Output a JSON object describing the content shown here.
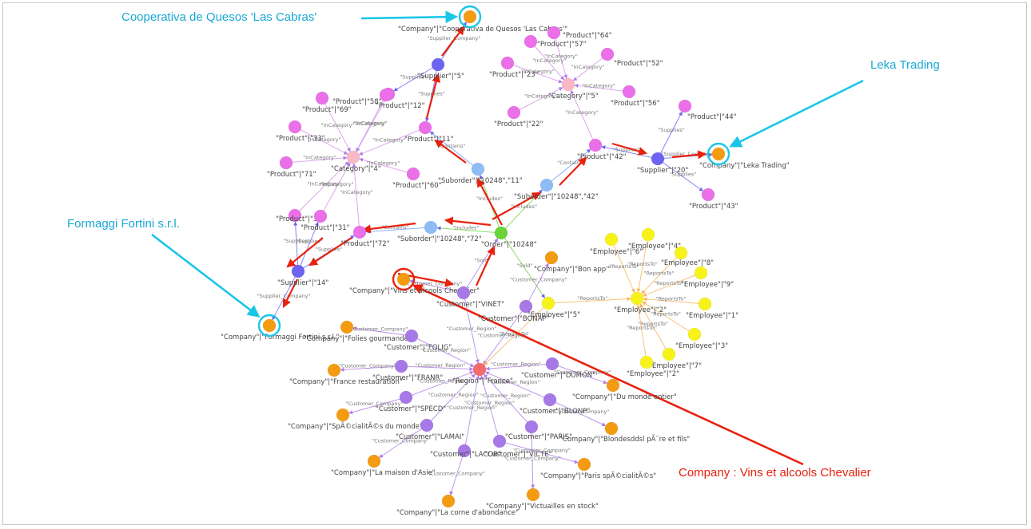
{
  "colors": {
    "company": "#f39c12",
    "product": "#ea6fe8",
    "category": "#f9b8c6",
    "supplier": "#6c63f2",
    "suborder": "#8fbcf5",
    "order": "#6ad33a",
    "customer": "#a679e6",
    "region": "#f26b6b",
    "employee": "#f8f21b",
    "highlight_path": "#e8220f",
    "callout_cyan": "#19c6e6",
    "callout_red": "#e8220f"
  },
  "callouts": [
    {
      "id": "c1",
      "text": "Cooperativa de Quesos 'Las Cabras'"
    },
    {
      "id": "c2",
      "text": "Leka Trading"
    },
    {
      "id": "c3",
      "text": "Formaggi Fortini s.r.l."
    },
    {
      "id": "c4",
      "text": "Company : Vins et alcools Chevalier"
    }
  ],
  "nodes": [
    {
      "id": "coq",
      "label": "\"Company\"|\"Cooperativa de Quesos 'Las Cabras'\"",
      "type": "company"
    },
    {
      "id": "sup5",
      "label": "\"Supplier\"|\"5\"",
      "type": "supplier"
    },
    {
      "id": "p58",
      "label": "\"Product\"|\"58\"",
      "type": "product"
    },
    {
      "id": "p12",
      "label": "\"Product\"|\"12\"",
      "type": "product"
    },
    {
      "id": "p69",
      "label": "\"Product\"|\"69\"",
      "type": "product"
    },
    {
      "id": "p33",
      "label": "\"Product\"|\"33\"",
      "type": "product"
    },
    {
      "id": "p71",
      "label": "\"Product\"|\"71\"",
      "type": "product"
    },
    {
      "id": "cat4",
      "label": "\"Category\"|\"4\"",
      "type": "category"
    },
    {
      "id": "p60",
      "label": "\"Product\"|\"60\"",
      "type": "product"
    },
    {
      "id": "p11",
      "label": "\"Product\"|\"11\"",
      "type": "product"
    },
    {
      "id": "p32",
      "label": "\"Product\"|\"32\"",
      "type": "product"
    },
    {
      "id": "p31",
      "label": "\"Product\"|\"31\"",
      "type": "product"
    },
    {
      "id": "p72",
      "label": "\"Product\"|\"72\"",
      "type": "product"
    },
    {
      "id": "sup14",
      "label": "\"Supplier\"|\"14\"",
      "type": "supplier"
    },
    {
      "id": "cff",
      "label": "\"Company\"|\"Formaggi Fortini s.r.l.\"",
      "type": "company"
    },
    {
      "id": "p64",
      "label": "\"Product\"|\"64\"",
      "type": "product"
    },
    {
      "id": "p57",
      "label": "\"Product\"|\"57\"",
      "type": "product"
    },
    {
      "id": "p23",
      "label": "\"Product\"|\"23\"",
      "type": "product"
    },
    {
      "id": "p52",
      "label": "\"Product\"|\"52\"",
      "type": "product"
    },
    {
      "id": "cat5",
      "label": "\"Category\"|\"5\"",
      "type": "category"
    },
    {
      "id": "p56",
      "label": "\"Product\"|\"56\"",
      "type": "product"
    },
    {
      "id": "p22",
      "label": "\"Product\"|\"22\"",
      "type": "product"
    },
    {
      "id": "p42",
      "label": "\"Product\"|\"42\"",
      "type": "product"
    },
    {
      "id": "sup20",
      "label": "\"Supplier\"|\"20\"",
      "type": "supplier"
    },
    {
      "id": "p44",
      "label": "\"Product\"|\"44\"",
      "type": "product"
    },
    {
      "id": "clt",
      "label": "\"Company\"|\"Leka Trading\"",
      "type": "company"
    },
    {
      "id": "p43",
      "label": "\"Product\"|\"43\"",
      "type": "product"
    },
    {
      "id": "so11",
      "label": "\"Suborder\"|\"10248\",\"11\"",
      "type": "suborder"
    },
    {
      "id": "so42",
      "label": "\"Suborder\"|\"10248\",\"42\"",
      "type": "suborder"
    },
    {
      "id": "so72",
      "label": "\"Suborder\"|\"10248\",\"72\"",
      "type": "suborder"
    },
    {
      "id": "ord",
      "label": "\"Order\"|\"10248\"",
      "type": "order"
    },
    {
      "id": "cvins",
      "label": "\"Company\"|\"Vins et alcools Chevalier\"",
      "type": "company"
    },
    {
      "id": "cuvinet",
      "label": "\"Customer\"|\"VINET\"",
      "type": "customer"
    },
    {
      "id": "cbon",
      "label": "\"Company\"|\"Bon app'\"",
      "type": "company"
    },
    {
      "id": "cubona",
      "label": "\"Customer\"|\"BONAP\"",
      "type": "customer"
    },
    {
      "id": "e5",
      "label": "\"Employee\"|\"5\"",
      "type": "employee"
    },
    {
      "id": "e6",
      "label": "\"Employee\"|\"6\"",
      "type": "employee"
    },
    {
      "id": "e4",
      "label": "\"Employee\"|\"4\"",
      "type": "employee"
    },
    {
      "id": "e8",
      "label": "\"Employee\"|\"8\"",
      "type": "employee"
    },
    {
      "id": "e9",
      "label": "\"Employee\"|\"9\"",
      "type": "employee"
    },
    {
      "id": "e2b",
      "label": "\"Employee\"|\"2\"",
      "type": "employee"
    },
    {
      "id": "e1",
      "label": "\"Employee\"|\"1\"",
      "type": "employee"
    },
    {
      "id": "e3",
      "label": "\"Employee\"|\"3\"",
      "type": "employee"
    },
    {
      "id": "e7",
      "label": "\"Employee\"|\"7\"",
      "type": "employee"
    },
    {
      "id": "e2",
      "label": "\"Employee\"|\"2\"",
      "type": "employee"
    },
    {
      "id": "cfol",
      "label": "\"Company\"|\"Folies gourmandes\"",
      "type": "company"
    },
    {
      "id": "cufolig",
      "label": "\"Customer\"|\"FOLIG\"",
      "type": "customer"
    },
    {
      "id": "cfr",
      "label": "\"Company\"|\"France restauration\"",
      "type": "company"
    },
    {
      "id": "cufranr",
      "label": "\"Customer\"|\"FRANR\"",
      "type": "customer"
    },
    {
      "id": "reg",
      "label": "\"Region\"|\"France\"",
      "type": "region"
    },
    {
      "id": "cujumon",
      "label": "\"Customer\"|\"DUMON\"",
      "type": "customer"
    },
    {
      "id": "cdum",
      "label": "\"Company\"|\"Du monde entier\"",
      "type": "company"
    },
    {
      "id": "cuspecd",
      "label": "\"Customer\"|\"SPECD\"",
      "type": "customer"
    },
    {
      "id": "cspec",
      "label": "\"Company\"|\"SpÃ©cialitÃ©s du monde\"",
      "type": "company"
    },
    {
      "id": "cublonp",
      "label": "\"Customer\"|\"BLONP\"",
      "type": "customer"
    },
    {
      "id": "cblon",
      "label": "\"Company\"|\"Blondesddsl pÃ¨re et fils\"",
      "type": "company"
    },
    {
      "id": "culamai",
      "label": "\"Customer\"|\"LAMAI\"",
      "type": "customer"
    },
    {
      "id": "cupaRIS",
      "label": "\"Customer\"|\"PARIS\"",
      "type": "customer"
    },
    {
      "id": "culacor",
      "label": "\"Customer\"|\"LACOR\"",
      "type": "customer"
    },
    {
      "id": "cuvicte",
      "label": "\"Customer\"|\"VICTE\"",
      "type": "customer"
    },
    {
      "id": "cmaison",
      "label": "\"Company\"|\"La maison d'Asie\"",
      "type": "company"
    },
    {
      "id": "cparis",
      "label": "\"Company\"|\"Paris spÃ©cialitÃ©s\"",
      "type": "company"
    },
    {
      "id": "ccorne",
      "label": "\"Company\"|\"La corne d'abondance\"",
      "type": "company"
    },
    {
      "id": "cvict",
      "label": "\"Company\"|\"Victuailles en stock\"",
      "type": "company"
    }
  ],
  "edges": [
    {
      "from": "sup5",
      "to": "coq",
      "label": "\"Supplier_Company\""
    },
    {
      "from": "sup5",
      "to": "p58",
      "label": "\"Supplies\""
    },
    {
      "from": "sup5",
      "to": "p11",
      "label": "\"Supplies\""
    },
    {
      "from": "p58",
      "to": "cat4",
      "label": "\"InCategory\""
    },
    {
      "from": "p12",
      "to": "cat4",
      "label": "\"InCategory\""
    },
    {
      "from": "p69",
      "to": "cat4",
      "label": "\"InCategory\""
    },
    {
      "from": "p33",
      "to": "cat4",
      "label": "\"InCategory\""
    },
    {
      "from": "p71",
      "to": "cat4",
      "label": "\"InCategory\""
    },
    {
      "from": "p60",
      "to": "cat4",
      "label": "\"InCategory\""
    },
    {
      "from": "p11",
      "to": "cat4",
      "label": "\"InCategory\""
    },
    {
      "from": "p32",
      "to": "cat4",
      "label": "\"InCategory\""
    },
    {
      "from": "p31",
      "to": "cat4",
      "label": "\"InCategory\""
    },
    {
      "from": "p72",
      "to": "cat4",
      "label": "\"InCategory\""
    },
    {
      "from": "sup14",
      "to": "p32",
      "label": "\"Supplies\""
    },
    {
      "from": "sup14",
      "to": "p31",
      "label": "\"Supplies\""
    },
    {
      "from": "sup14",
      "to": "p72",
      "label": "\"Supplies\""
    },
    {
      "from": "sup14",
      "to": "cff",
      "label": "\"Supplier_Company\""
    },
    {
      "from": "p64",
      "to": "cat5",
      "label": "\"InCategory\""
    },
    {
      "from": "p57",
      "to": "cat5",
      "label": "\"InCategory\""
    },
    {
      "from": "p23",
      "to": "cat5",
      "label": "\"InCategory\""
    },
    {
      "from": "p52",
      "to": "cat5",
      "label": "\"InCategory\""
    },
    {
      "from": "p56",
      "to": "cat5",
      "label": "\"InCategory\""
    },
    {
      "from": "p22",
      "to": "cat5",
      "label": "\"InCategory\""
    },
    {
      "from": "p42",
      "to": "cat5",
      "label": "\"InCategory\""
    },
    {
      "from": "sup20",
      "to": "p42",
      "label": "\"Supplies\""
    },
    {
      "from": "sup20",
      "to": "p44",
      "label": "\"Supplies\""
    },
    {
      "from": "sup20",
      "to": "p43",
      "label": "\"Supplies\""
    },
    {
      "from": "sup20",
      "to": "clt",
      "label": "\"Supplier_Company\""
    },
    {
      "from": "so11",
      "to": "p11",
      "label": "\"Contains\""
    },
    {
      "from": "so42",
      "to": "p42",
      "label": "\"Contains\""
    },
    {
      "from": "so72",
      "to": "p72",
      "label": "\"Contains\""
    },
    {
      "from": "ord",
      "to": "so11",
      "label": "\"Includes\""
    },
    {
      "from": "ord",
      "to": "so42",
      "label": "\"Includes\""
    },
    {
      "from": "ord",
      "to": "so72",
      "label": "\"Includes\""
    },
    {
      "from": "cuvinet",
      "to": "ord",
      "label": "\"Sold\""
    },
    {
      "from": "cuvinet",
      "to": "cvins",
      "label": "\"Customer_Company\""
    },
    {
      "from": "ord",
      "to": "e5",
      "label": "\"Sold\""
    },
    {
      "from": "cubona",
      "to": "cbon",
      "label": "\"Customer_Company\""
    },
    {
      "from": "e5",
      "to": "e2b",
      "label": "\"ReportsTo\""
    },
    {
      "from": "e6",
      "to": "e2b",
      "label": "\"ReportsTo\""
    },
    {
      "from": "e4",
      "to": "e2b",
      "label": "\"ReportsTo\""
    },
    {
      "from": "e8",
      "to": "e2b",
      "label": "\"ReportsTo\""
    },
    {
      "from": "e9",
      "to": "e2b",
      "label": "\"ReportsTo\""
    },
    {
      "from": "e1",
      "to": "e2b",
      "label": "\"ReportsTo\""
    },
    {
      "from": "e3",
      "to": "e2b",
      "label": "\"ReportsTo\""
    },
    {
      "from": "e7",
      "to": "e2b",
      "label": "\"ReportsTo\""
    },
    {
      "from": "e2",
      "to": "e2b",
      "label": "\"ReportsTo\""
    },
    {
      "from": "cuvinet",
      "to": "reg",
      "label": "\"Customer_Region\""
    },
    {
      "from": "cubona",
      "to": "reg",
      "label": "\"Customer_Region\""
    },
    {
      "from": "cufolig",
      "to": "reg",
      "label": "\"Customer_Region\""
    },
    {
      "from": "cufranr",
      "to": "reg",
      "label": "\"Customer_Region\""
    },
    {
      "from": "cujumon",
      "to": "reg",
      "label": "\"Customer_Region\""
    },
    {
      "from": "cuspecd",
      "to": "reg",
      "label": "\"Customer_Region\""
    },
    {
      "from": "cublonp",
      "to": "reg",
      "label": "\"Customer_Region\""
    },
    {
      "from": "culamai",
      "to": "reg",
      "label": "\"Customer_Region\""
    },
    {
      "from": "cupaRIS",
      "to": "reg",
      "label": "\"Customer_Region\""
    },
    {
      "from": "culacor",
      "to": "reg",
      "label": "\"Customer_Region\""
    },
    {
      "from": "cuvicte",
      "to": "reg",
      "label": "\"Customer_Region\""
    },
    {
      "from": "e5",
      "to": "reg",
      "label": "\"ReportsTo\""
    },
    {
      "from": "cufolig",
      "to": "cfol",
      "label": "\"Customer_Company\""
    },
    {
      "from": "cufranr",
      "to": "cfr",
      "label": "\"Customer_Company\""
    },
    {
      "from": "cujumon",
      "to": "cdum",
      "label": "\"Customer_Company\""
    },
    {
      "from": "cuspecd",
      "to": "cspec",
      "label": "\"Customer_Company\""
    },
    {
      "from": "cublonp",
      "to": "cblon",
      "label": "\"Customer_Company\""
    },
    {
      "from": "culamai",
      "to": "cmaison",
      "label": "\"Customer_Company\""
    },
    {
      "from": "cupaRIS",
      "to": "cparis",
      "label": "\"Customer_Company\""
    },
    {
      "from": "culacor",
      "to": "ccorne",
      "label": "\"Customer_Company\""
    },
    {
      "from": "cuvicte",
      "to": "cvict",
      "label": "\"Customer_Company\""
    }
  ]
}
